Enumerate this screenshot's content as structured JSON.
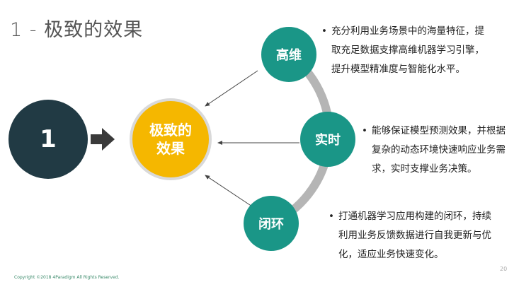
{
  "title": "1 - 极致的效果",
  "number": "1",
  "center": {
    "line1": "极致的",
    "line2": "效果"
  },
  "nodes": [
    {
      "label": "高维",
      "text": [
        "充分利用业务场景中的海量特征，提",
        "取充足数据支撑高维机器学习引擎，",
        "提升模型精准度与智能化水平。"
      ]
    },
    {
      "label": "实时",
      "text": [
        "能够保证模型预测效果，并根据",
        "复杂的动态环境快速响应业务需",
        "求，实时支撑业务决策。"
      ]
    },
    {
      "label": "闭环",
      "text": [
        "打通机器学习应用构建的闭环，持续",
        "利用业务反馈数据进行自我更新与优",
        "化，适应业务快速变化。"
      ]
    }
  ],
  "bullet": "•",
  "footer": {
    "copyright": "Copyright ©2018 4Paradigm All Rights Reserved.",
    "page": "20"
  },
  "colors": {
    "teal": "#1a9687",
    "yellow": "#f5b700",
    "dark": "#213a44"
  }
}
